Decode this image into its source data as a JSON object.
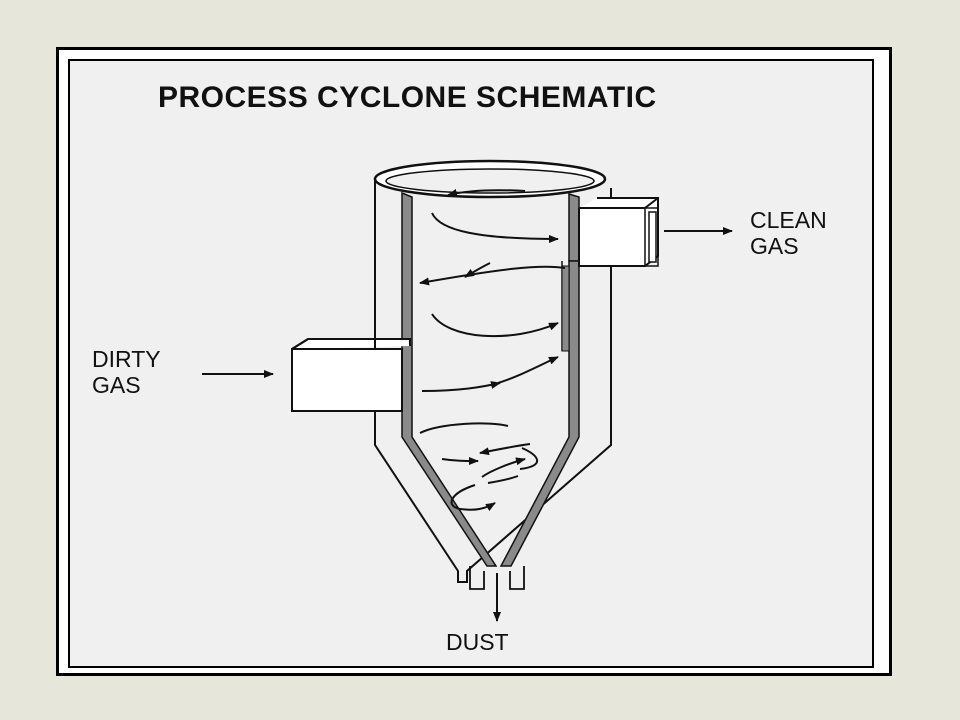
{
  "diagram": {
    "title": "PROCESS CYCLONE SCHEMATIC",
    "labels": {
      "dirty_gas_line1": "DIRTY",
      "dirty_gas_line2": "GAS",
      "clean_gas_line1": "CLEAN",
      "clean_gas_line2": "GAS",
      "dust": "DUST"
    }
  },
  "colors": {
    "background": "#e7e6da",
    "panel": "#f0f0f0",
    "wall_fill": "#8a8a8a",
    "ink": "#111111"
  }
}
